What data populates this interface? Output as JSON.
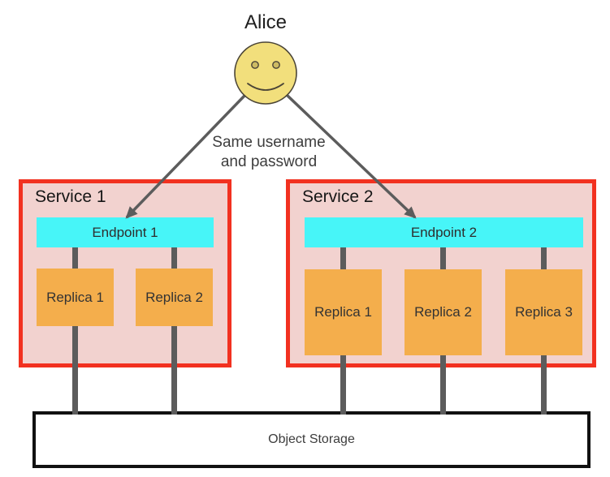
{
  "actor": {
    "name": "Alice"
  },
  "note": {
    "line1": "Same username",
    "line2": "and password"
  },
  "services": [
    {
      "label": "Service 1",
      "endpoint": "Endpoint 1",
      "replicas": [
        "Replica 1",
        "Replica 2"
      ]
    },
    {
      "label": "Service 2",
      "endpoint": "Endpoint 2",
      "replicas": [
        "Replica 1",
        "Replica 2",
        "Replica 3"
      ]
    }
  ],
  "storage": {
    "label": "Object Storage"
  },
  "colors": {
    "service-border": "#f23120",
    "service-fill": "#f2d2cf",
    "endpoint-fill": "#47f5f8",
    "replica-fill": "#f4ae4c",
    "face-fill": "#f2df7c",
    "face-stroke": "#4a4436",
    "eye-fill": "#cdbb63",
    "connector": "#5c5c5c",
    "storage-border": "#111111"
  }
}
